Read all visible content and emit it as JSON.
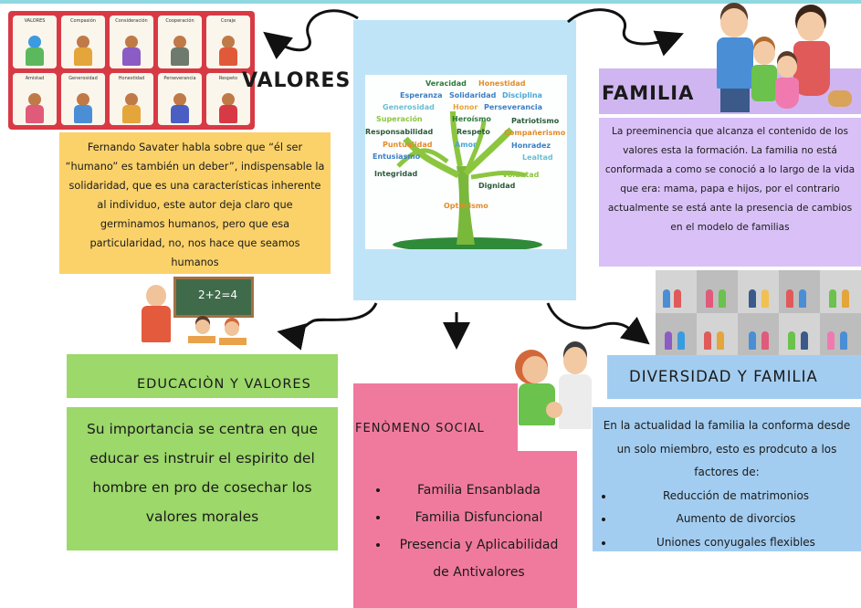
{
  "center": {
    "tree_words": [
      "Veracidad",
      "Honestidad",
      "Esperanza",
      "Solidaridad",
      "Disciplina",
      "Generosidad",
      "Honor",
      "Perseverancia",
      "Superación",
      "Heroísmo",
      "Patriotismo",
      "Responsabilidad",
      "Respeto",
      "Compañerismo",
      "Puntualidad",
      "Amor",
      "Honradez",
      "Entusiasmo",
      "Lealtad",
      "Integridad",
      "Voluntad",
      "Dignidad",
      "Optimismo"
    ]
  },
  "valores": {
    "title": "VALORES",
    "cards": [
      "VALORES",
      "Compasión",
      "Consideración",
      "Cooperación",
      "Coraje",
      "Amistad",
      "Generosidad",
      "Honestidad",
      "Perseverancia",
      "Respeto"
    ],
    "text": "Fernando Savater habla sobre que “él ser “humano” es también un deber”, indispensable la solidaridad, que es una características inherente al individuo, este autor deja claro que germinamos humanos, pero que esa particularidad, no, nos hace que seamos humanos"
  },
  "familia": {
    "title": "FAMILIA",
    "text": "La preeminencia que alcanza el contenido de los valores esta la formación. La familia no está conformada a como se conoció a lo largo de la vida que era: mama, papa e hijos, por el contrario actualmente se está ante la presencia de cambios en el modelo de familias"
  },
  "educacion": {
    "title": "EDUCACIÒN Y VALORES",
    "board_text": "2+2=4",
    "text": "Su importancia se centra en que educar es instruir el espirito del hombre en pro de cosechar los valores morales"
  },
  "fenomeno": {
    "title": "FENÒMENO SOCIAL",
    "items": [
      "Familia Ensanblada",
      "Familia Disfuncional",
      "Presencia y Aplicabilidad de Antivalores"
    ]
  },
  "diversidad": {
    "title": "DIVERSIDAD Y FAMILIA",
    "text": "En la actualidad la familia la conforma desde un solo miembro, esto es prodcuto a los factores de:",
    "items": [
      "Reducción de matrimonios",
      "Aumento de divorcios",
      "Uniones conyugales flexibles"
    ]
  },
  "colors": {
    "center_bg": "#bfe4f7",
    "yellow": "#fbd26a",
    "purple": "#d9c1f7",
    "green": "#9cd86a",
    "pink": "#f07a9e",
    "blue": "#a3cdf0"
  }
}
